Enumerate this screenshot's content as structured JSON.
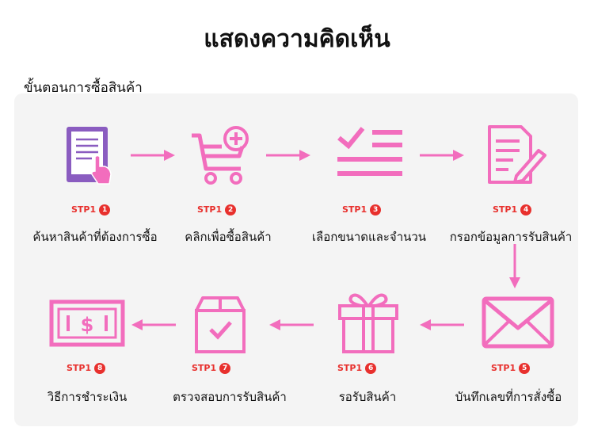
{
  "page": {
    "title": "แสดงความคิดเห็น",
    "subtitle": "ขั้นตอนการซื้อสินค้า"
  },
  "steps": [
    {
      "label": "STP1",
      "number": "1",
      "caption": "ค้นหาสินค้าที่ต้องการซื้อ",
      "icon": "tablet-touch-icon"
    },
    {
      "label": "STP1",
      "number": "2",
      "caption": "คลิกเพื่อซื้อสินค้า",
      "icon": "cart-add-icon"
    },
    {
      "label": "STP1",
      "number": "3",
      "caption": "เลือกขนาดและจำนวน",
      "icon": "checklist-icon"
    },
    {
      "label": "STP1",
      "number": "4",
      "caption": "กรอกข้อมูลการรับสินค้า",
      "icon": "form-edit-icon"
    },
    {
      "label": "STP1",
      "number": "5",
      "caption": "บันทึกเลขที่การสั่งซื้อ",
      "icon": "envelope-icon"
    },
    {
      "label": "STP1",
      "number": "6",
      "caption": "รอรับสินค้า",
      "icon": "gift-icon"
    },
    {
      "label": "STP1",
      "number": "7",
      "caption": "ตรวจสอบการรับสินค้า",
      "icon": "box-check-icon"
    },
    {
      "label": "STP1",
      "number": "8",
      "caption": "วิธีการชำระเงิน",
      "icon": "money-bill-icon"
    }
  ],
  "colors": {
    "pink": "#f26dbd",
    "purple": "#8a5cc0",
    "red": "#e8302d",
    "panel": "#f4f4f4"
  }
}
